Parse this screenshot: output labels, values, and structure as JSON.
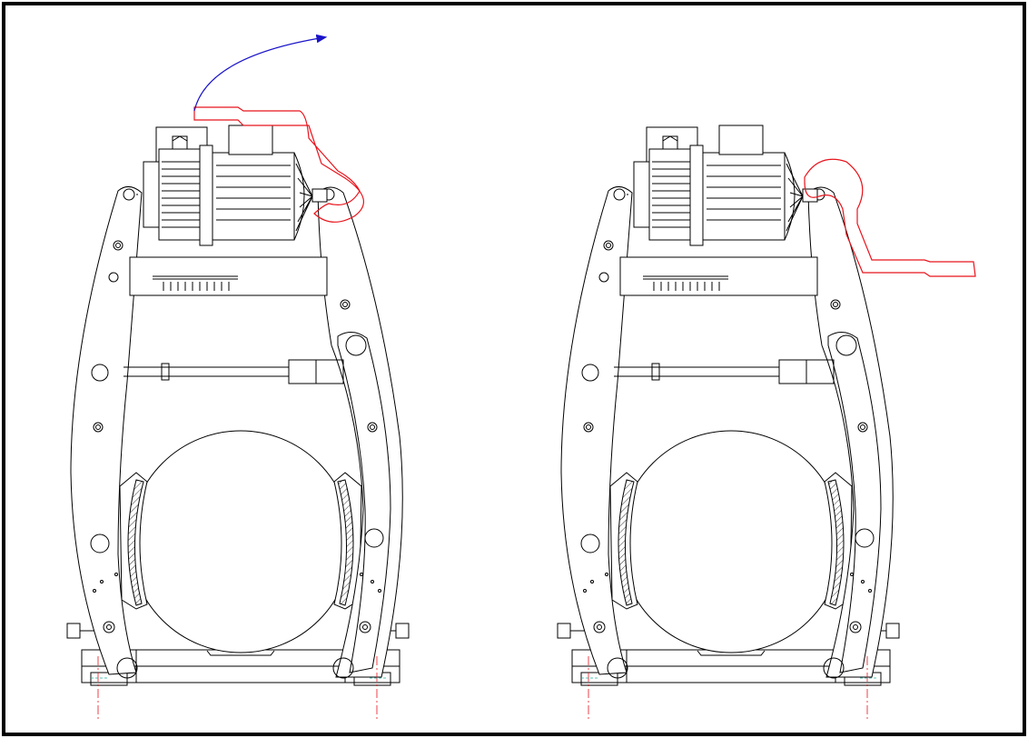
{
  "diagram": {
    "kind": "technical-line-drawing",
    "views": [
      {
        "id": "left",
        "handle_position": "up",
        "rotation_arrow": true
      },
      {
        "id": "right",
        "handle_position": "down",
        "rotation_arrow": false
      }
    ],
    "colors": {
      "outline": "#000000",
      "handle": "#e8141c",
      "arrow": "#1a14c8",
      "centerline": "#e8141c",
      "hidden": "#20b0a0",
      "background": "#ffffff"
    }
  }
}
